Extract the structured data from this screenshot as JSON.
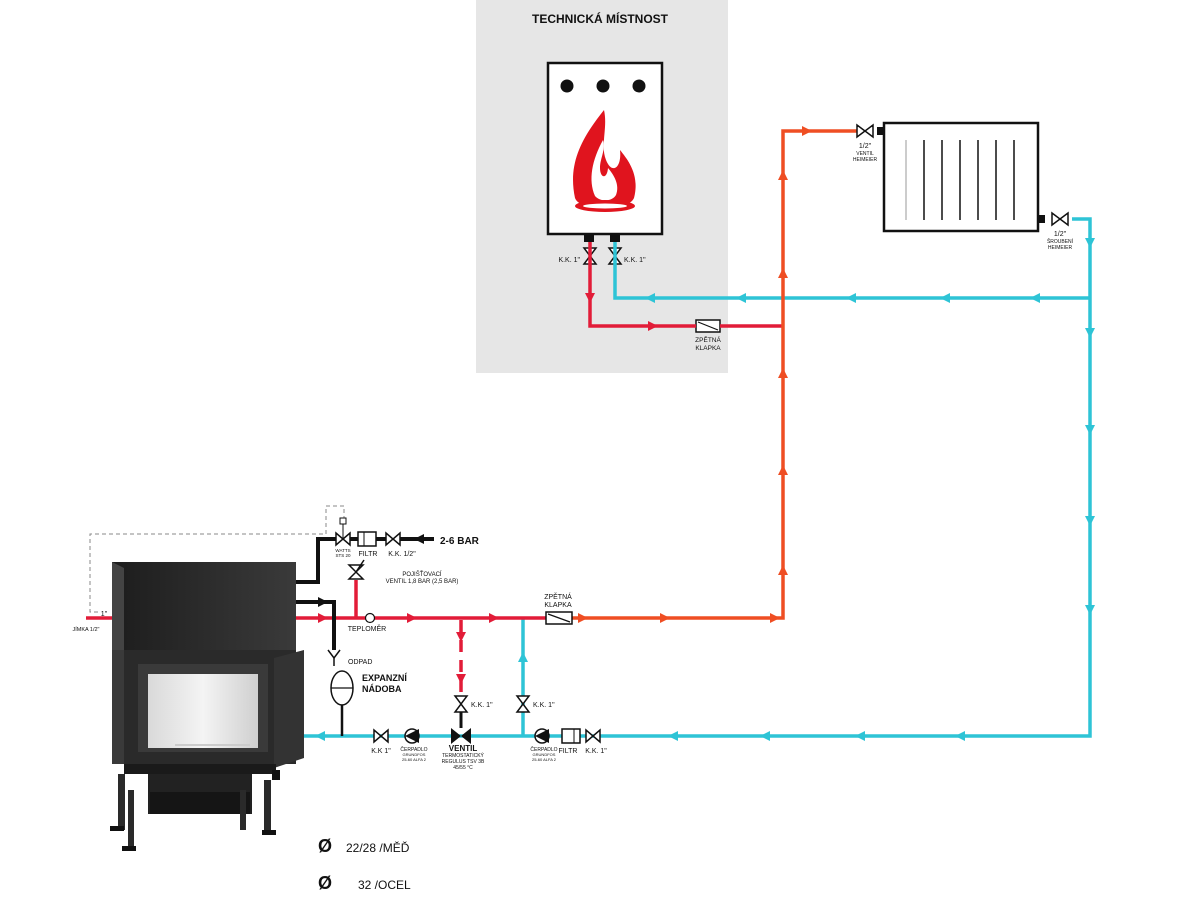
{
  "colors": {
    "supply": "#e21c38",
    "supply_orange": "#ef4e23",
    "return": "#2ec4d6",
    "black": "#111111",
    "room_bg": "#e6e6e6",
    "dashed": "#888888"
  },
  "room": {
    "title": "TECHNICKÁ MÍSTNOST"
  },
  "boiler": {
    "valve_left": "K.K. 1\"",
    "valve_right": "K.K. 1\""
  },
  "check_valve_room": {
    "label_1": "ZPĚTNÁ",
    "label_2": "KLAPKA"
  },
  "radiator": {
    "in_size": "1/2\"",
    "in_l1": "VENTIL",
    "in_l2": "HEIMEIER",
    "out_size": "1/2\"",
    "out_l1": "ŠROUBENÍ",
    "out_l2": "HEIMEIER"
  },
  "fireplace": {
    "pipe_size": "1\"",
    "well": "JÍMKA 1/2\""
  },
  "water_supply": {
    "watts_l1": "WATTS",
    "watts_l2": "STS 20",
    "filter": "FILTR",
    "valve": "K.K. 1/2\"",
    "pressure": "2-6 BAR"
  },
  "safety_valve": {
    "l1": "POJIŠŤOVACÍ",
    "l2": "VENTIL 1,8 BAR (2,5 BAR)"
  },
  "thermometer": "TEPLOMĚR",
  "check_valve_main": {
    "l1": "ZPĚTNÁ",
    "l2": "KLAPKA"
  },
  "drain": "ODPAD",
  "expansion": {
    "l1": "EXPANZNÍ",
    "l2": "NÁDOBA"
  },
  "center_valve": "K.K. 1\"",
  "bypass_valve": "K.K. 1\"",
  "return_left": {
    "valve": "K.K 1\"",
    "pump_l1": "ČERPADLO",
    "pump_l2": "GRUNDFOS",
    "pump_l3": "25-60 ALFA 2",
    "thermo_l1": "VENTIL",
    "thermo_l2": "TERMOSTATICKÝ",
    "thermo_l3": "REGULUS TSV 3B",
    "thermo_l4": "45/55 °C"
  },
  "return_right": {
    "pump_l1": "ČERPADLO",
    "pump_l2": "GRUNDFOS",
    "pump_l3": "25-60 ALFA 2",
    "filter": "FILTR",
    "valve": "K.K. 1\""
  },
  "legend": [
    {
      "symbol": "Ø",
      "text": "22/28 /MĚĎ"
    },
    {
      "symbol": "Ø",
      "text": "32 /OCEL"
    }
  ]
}
